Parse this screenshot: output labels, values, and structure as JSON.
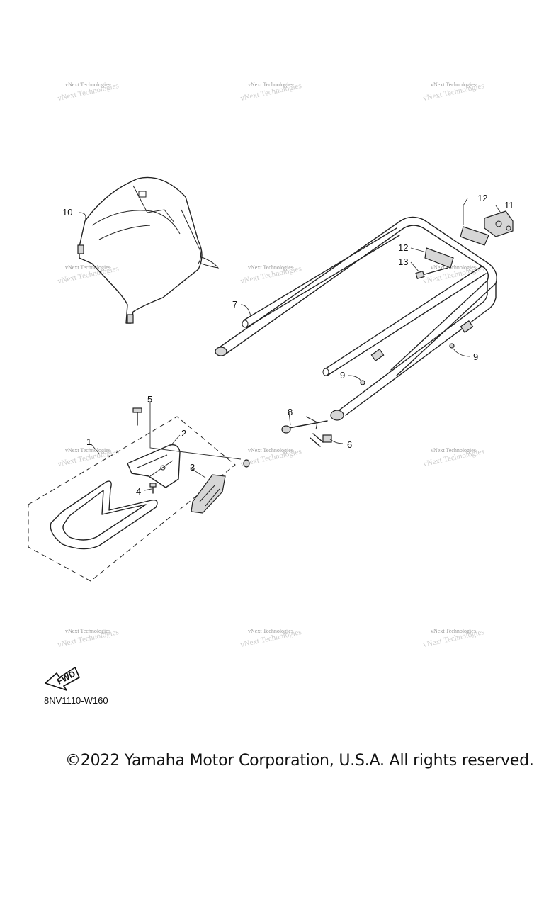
{
  "watermark": {
    "text": "vNext Technologies"
  },
  "callouts": [
    {
      "id": "c1",
      "label": "1"
    },
    {
      "id": "c2",
      "label": "2"
    },
    {
      "id": "c3",
      "label": "3"
    },
    {
      "id": "c4",
      "label": "4"
    },
    {
      "id": "c5",
      "label": "5"
    },
    {
      "id": "c6",
      "label": "6"
    },
    {
      "id": "c7",
      "label": "7"
    },
    {
      "id": "c8",
      "label": "8"
    },
    {
      "id": "c9a",
      "label": "9"
    },
    {
      "id": "c9b",
      "label": "9"
    },
    {
      "id": "c10",
      "label": "10"
    },
    {
      "id": "c11",
      "label": "11"
    },
    {
      "id": "c12a",
      "label": "12"
    },
    {
      "id": "c12b",
      "label": "12"
    },
    {
      "id": "c13",
      "label": "13"
    }
  ],
  "fwd_label": "FWD",
  "diagram_code": "8NV1110-W160",
  "copyright": "©2022 Yamaha Motor Corporation, U.S.A. All rights reserved."
}
